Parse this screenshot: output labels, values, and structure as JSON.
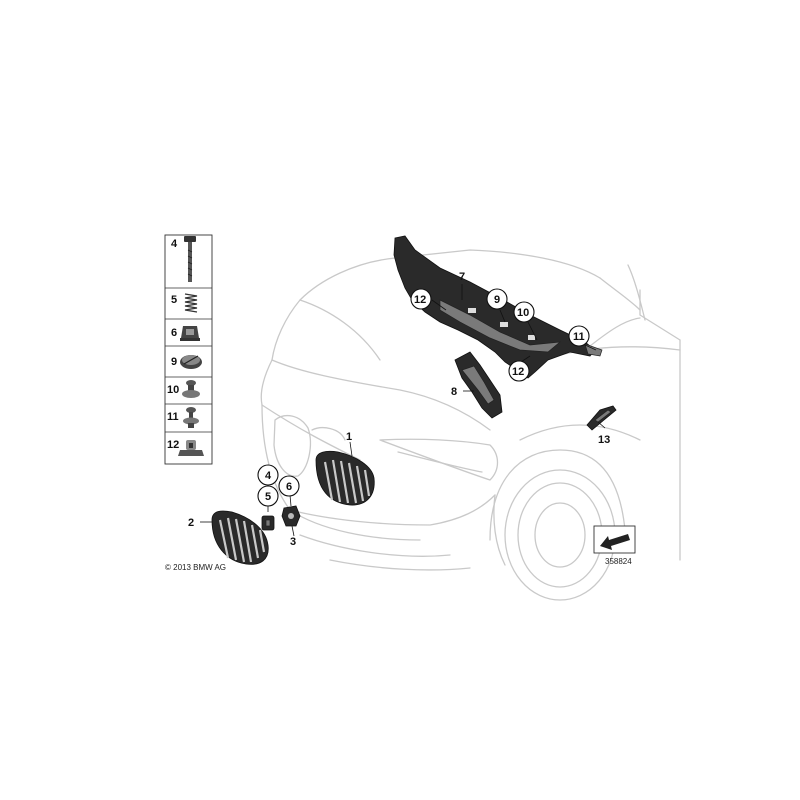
{
  "legend": {
    "items": [
      {
        "num": "4",
        "icon": "screw-bolt-icon"
      },
      {
        "num": "5",
        "icon": "spring-icon"
      },
      {
        "num": "6",
        "icon": "expanding-nut-icon"
      },
      {
        "num": "9",
        "icon": "body-nut-icon"
      },
      {
        "num": "10",
        "icon": "clip-nut-icon"
      },
      {
        "num": "11",
        "icon": "rivet-clip-icon"
      },
      {
        "num": "12",
        "icon": "clamp-clip-icon"
      }
    ]
  },
  "callouts": {
    "c1": "1",
    "c2": "2",
    "c3": "3",
    "c4": "4",
    "c5": "5",
    "c6": "6",
    "c7": "7",
    "c8": "8",
    "c9": "9",
    "c10": "10",
    "c11": "11",
    "c12a": "12",
    "c12b": "12",
    "c13": "13"
  },
  "footer": {
    "copyright": "© 2013 BMW AG",
    "diagram_number": "358824"
  }
}
